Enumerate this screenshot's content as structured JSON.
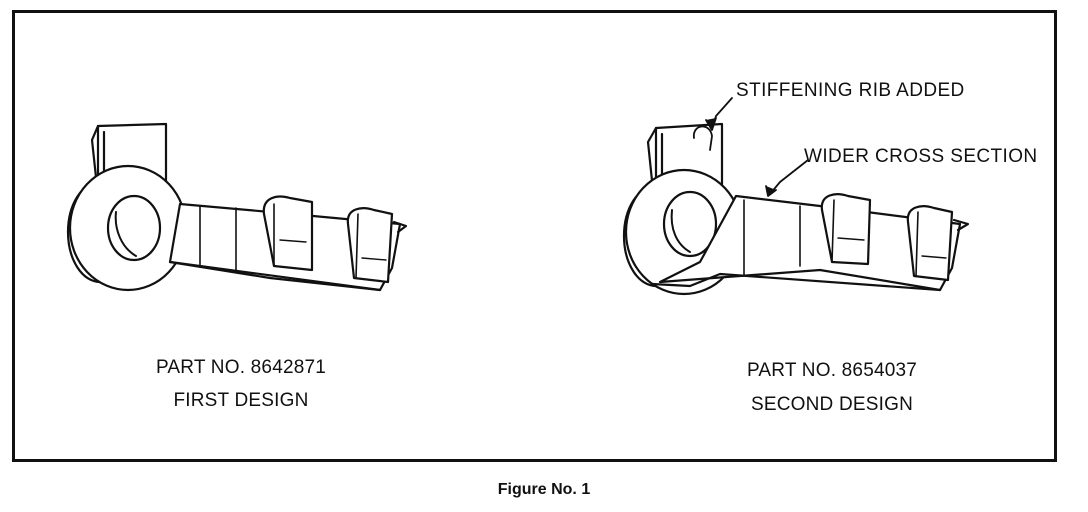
{
  "figure": {
    "caption": "Figure No. 1"
  },
  "first_design": {
    "part_number": "PART NO. 8642871",
    "design_label": "FIRST DESIGN"
  },
  "second_design": {
    "part_number": "PART NO. 8654037",
    "design_label": "SECOND DESIGN",
    "callouts": {
      "rib": "STIFFENING RIB ADDED",
      "cross_section": "WIDER CROSS SECTION"
    }
  }
}
